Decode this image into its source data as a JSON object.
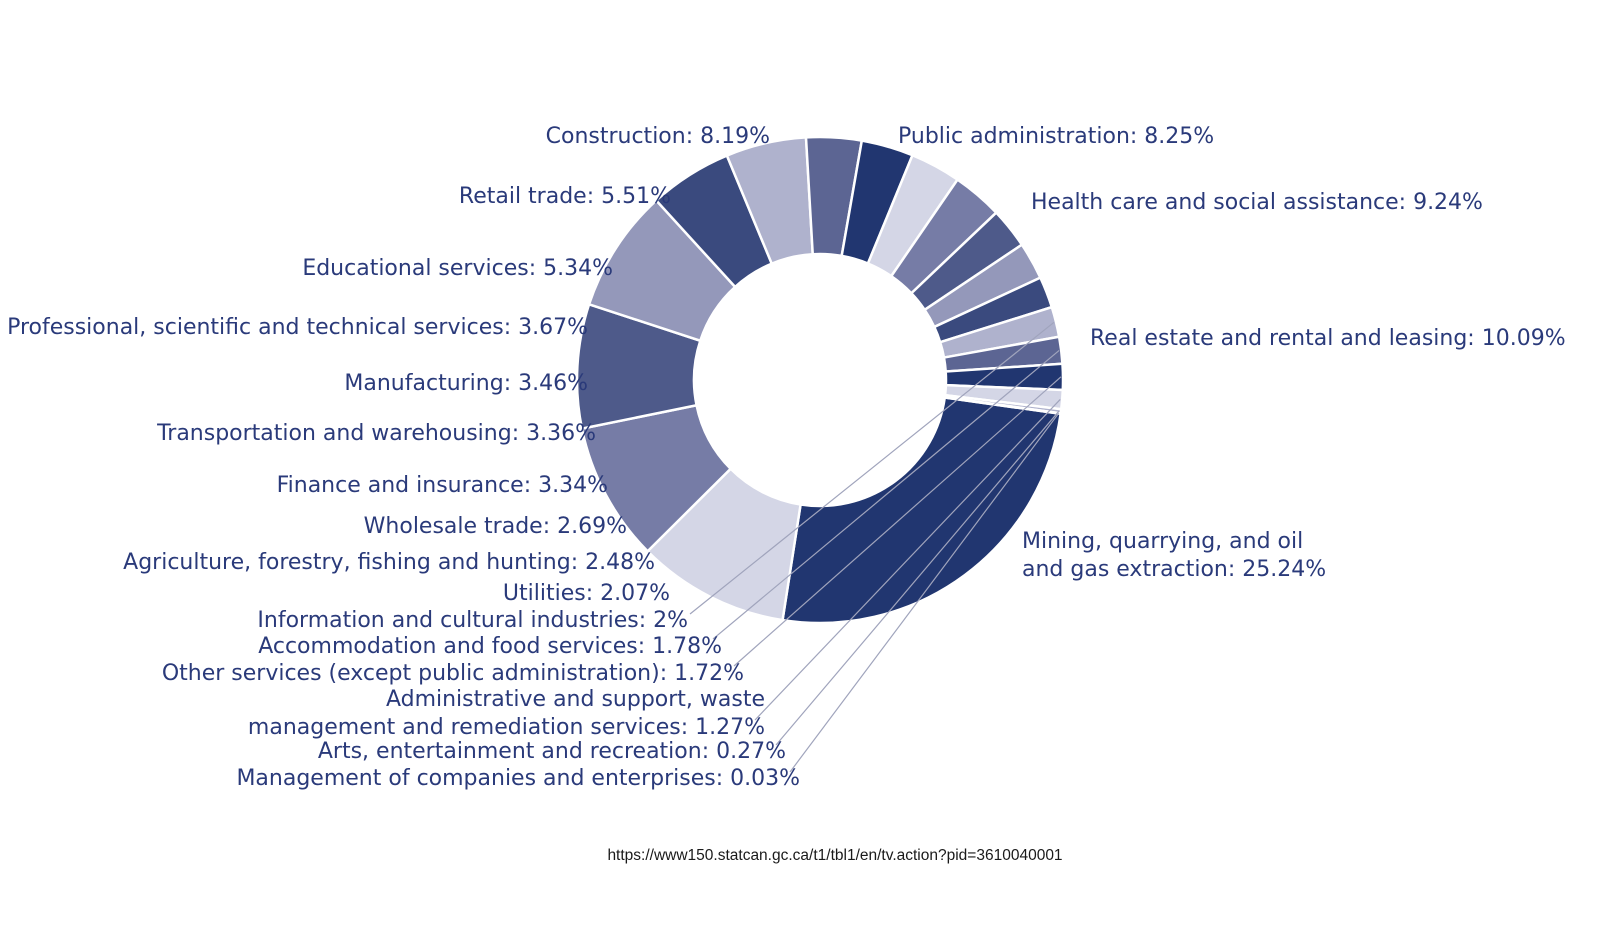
{
  "chart_data": {
    "type": "pie",
    "donut": true,
    "labels": [
      "Mining, quarrying, and oil|and gas extraction: 25.24%",
      "Real estate and rental and leasing: 10.09%",
      "Health care and social assistance: 9.24%",
      "Public administration: 8.25%",
      "Construction: 8.19%",
      "Retail trade: 5.51%",
      "Educational services: 5.34%",
      "Professional, scientific and technical services: 3.67%",
      "Manufacturing: 3.46%",
      "Transportation and warehousing: 3.36%",
      "Finance and insurance: 3.34%",
      "Wholesale trade: 2.69%",
      "Agriculture, forestry, fishing and hunting: 2.48%",
      "Utilities: 2.07%",
      "Information and cultural industries: 2%",
      "Accommodation and food services: 1.78%",
      "Other services (except public administration): 1.72%",
      "Administrative and support, waste|management and remediation services: 1.27%",
      "Arts, entertainment and recreation: 0.27%",
      "Management of companies and enterprises: 0.03%"
    ],
    "values": [
      25.24,
      10.09,
      9.24,
      8.25,
      8.19,
      5.51,
      5.34,
      3.67,
      3.46,
      3.36,
      3.34,
      2.69,
      2.48,
      2.07,
      2.0,
      1.78,
      1.72,
      1.27,
      0.27,
      0.03
    ],
    "colors": [
      "#213670",
      "#d4d6e6",
      "#767ca6",
      "#4e5a8a",
      "#9498ba",
      "#3a4a7e",
      "#afb2cd",
      "#5c6593",
      "#213670",
      "#d4d6e6",
      "#767ca6",
      "#4e5a8a",
      "#9498ba",
      "#3a4a7e",
      "#afb2cd",
      "#5c6593",
      "#213670",
      "#d4d6e6",
      "#afb2cd",
      "#d4d6e6"
    ],
    "source": "https://www150.statcan.gc.ca/t1/tbl1/en/tv.action?pid=3610040001"
  }
}
